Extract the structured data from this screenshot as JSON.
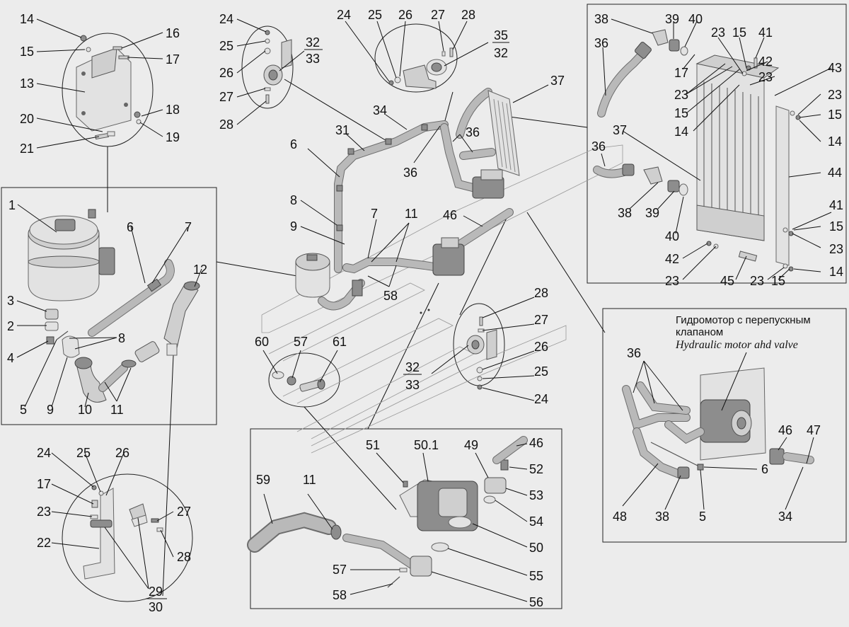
{
  "diagram": {
    "labels": {
      "l1": "1",
      "l2": "2",
      "l3": "3",
      "l4": "4",
      "l5": "5",
      "l6": "6",
      "l7": "7",
      "l8": "8",
      "l9": "9",
      "l10": "10",
      "l11": "11",
      "l12": "12",
      "l13": "13",
      "l14": "14",
      "l15": "15",
      "l16": "16",
      "l17": "17",
      "l18": "18",
      "l19": "19",
      "l20": "20",
      "l21": "21",
      "l22": "22",
      "l23": "23",
      "l24": "24",
      "l25": "25",
      "l26": "26",
      "l27": "27",
      "l28": "28",
      "l29": "29",
      "l30": "30",
      "l31": "31",
      "l32": "32",
      "l33": "33",
      "l34": "34",
      "l35": "35",
      "l36": "36",
      "l37": "37",
      "l38": "38",
      "l39": "39",
      "l40": "40",
      "l41": "41",
      "l42": "42",
      "l43": "43",
      "l44": "44",
      "l45": "45",
      "l46": "46",
      "l47": "47",
      "l48": "48",
      "l49": "49",
      "l50": "50",
      "l50_1": "50.1",
      "l51": "51",
      "l52": "52",
      "l53": "53",
      "l54": "54",
      "l55": "55",
      "l56": "56",
      "l57": "57",
      "l58": "58",
      "l59": "59",
      "l60": "60",
      "l61": "61"
    },
    "motor_note": {
      "ru_line1": "Гидромотор с перепускным",
      "ru_line2": "клапаном",
      "en": "Hydraulic motor ahd valve"
    }
  }
}
